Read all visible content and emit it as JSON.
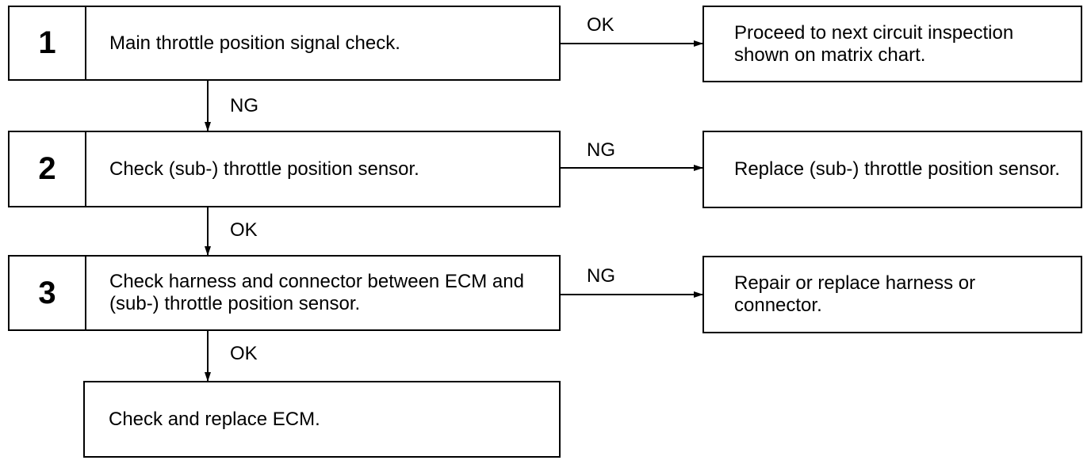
{
  "steps": [
    {
      "number": "1",
      "text": "Main throttle position signal check."
    },
    {
      "number": "2",
      "text": "Check (sub-) throttle position sensor."
    },
    {
      "number": "3",
      "text": "Check harness and connector between ECM and (sub-) throttle position sensor."
    }
  ],
  "final": {
    "text": "Check and replace ECM."
  },
  "results": [
    {
      "text": "Proceed to next circuit inspection shown on matrix chart."
    },
    {
      "text": "Replace (sub-) throttle position sensor."
    },
    {
      "text": "Repair or replace harness or connector."
    }
  ],
  "branch_labels": {
    "step1_right": "OK",
    "step1_down": "NG",
    "step2_right": "NG",
    "step2_down": "OK",
    "step3_right": "NG",
    "step3_down": "OK"
  }
}
